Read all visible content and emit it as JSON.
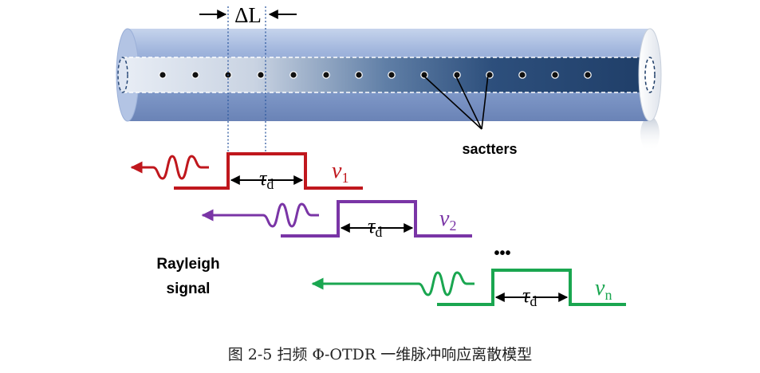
{
  "figure": {
    "delta_label": "ΔL",
    "scatter_label": "sactters",
    "rayleigh_line1": "Rayleigh",
    "rayleigh_line2": "signal",
    "ellipsis": "•••",
    "tau": "τ",
    "tau_sub": "d",
    "pulses": [
      {
        "symbol": "v",
        "sub": "1",
        "color": "#c0171d"
      },
      {
        "symbol": "v",
        "sub": "2",
        "color": "#7a35a6"
      },
      {
        "symbol": "v",
        "sub": "n",
        "color": "#1aa650"
      }
    ],
    "caption": "图 2-5  扫频 Φ-OTDR 一维脉冲响应离散模型"
  },
  "colors": {
    "fiber_outer": "#8fa8d2",
    "fiber_core_dark": "#203e66",
    "dot": "#111111",
    "dotted_guide": "#2f5aa0"
  }
}
